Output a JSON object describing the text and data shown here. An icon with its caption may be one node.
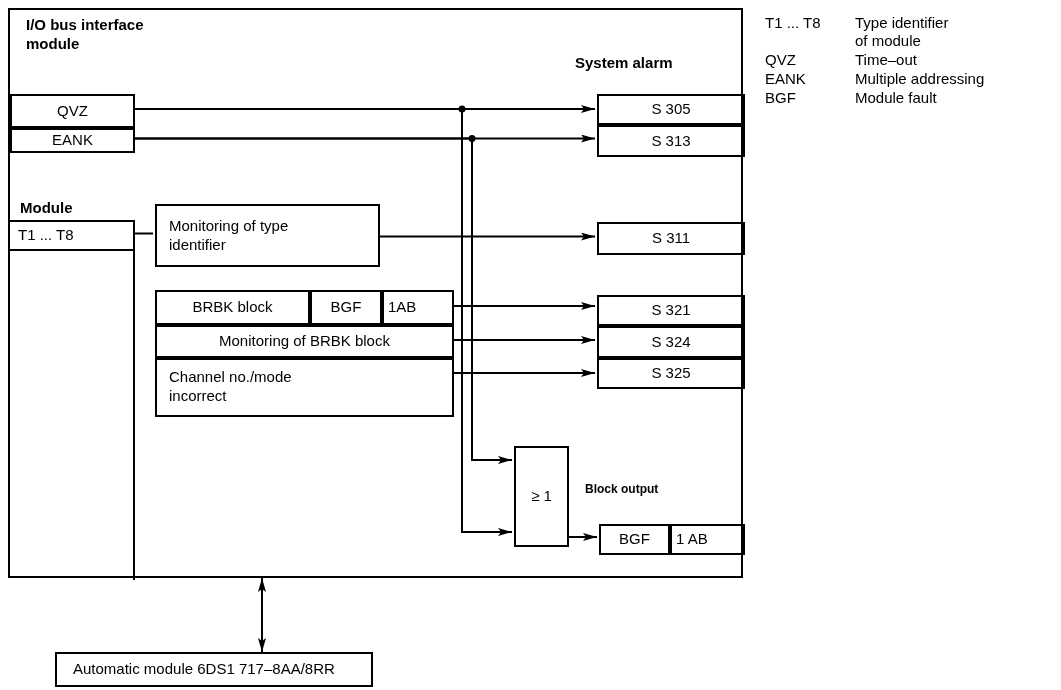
{
  "diagram": {
    "nodes": [
      {
        "text": [
          "I/O bus interface module"
        ]
      },
      {
        "text": [
          "QVZ"
        ],
        "in": 0
      },
      {
        "text": [
          "EANK"
        ],
        "in": 0
      },
      {
        "text": [
          "Module"
        ],
        "in": 0
      },
      {
        "text": [
          "T1 ... T8"
        ],
        "in": 3
      },
      {
        "text": [
          "Monitoring of type identifier"
        ],
        "in": 0
      },
      {
        "text": [
          "BRBK block"
        ],
        "in": 0
      },
      {
        "text": [
          "BGF"
        ],
        "in": 0
      },
      {
        "text": [
          "1AB"
        ],
        "in": 0
      },
      {
        "text": [
          "Monitoring of BRBK block"
        ],
        "in": 0
      },
      {
        "text": [
          "Channel no./mode incorrect"
        ],
        "in": 0
      },
      {
        "text": [
          "S 305"
        ],
        "in": 0
      },
      {
        "text": [
          "S 313"
        ],
        "in": 0
      },
      {
        "text": [
          "S 311"
        ],
        "in": 0
      },
      {
        "text": [
          "S 321"
        ],
        "in": 0
      },
      {
        "text": [
          "S 324"
        ],
        "in": 0
      },
      {
        "text": [
          "S 325"
        ],
        "in": 0
      },
      {
        "text": [
          "≥ 1"
        ],
        "in": 0
      },
      {
        "text": [
          "BGF"
        ],
        "in": 0
      },
      {
        "text": [
          "1 AB"
        ],
        "in": 0
      },
      {
        "text": [
          "Automatic module 6DS1 717–8AA/8RR"
        ]
      }
    ],
    "edges": [
      {
        "from": 1,
        "to": 11,
        "arrow": "to"
      },
      {
        "from": 2,
        "to": 12,
        "arrow": "to"
      },
      {
        "from": 4,
        "to": 5,
        "arrow": "none"
      },
      {
        "from": 5,
        "to": 13,
        "arrow": "to"
      },
      {
        "from": 8,
        "to": 14,
        "arrow": "to"
      },
      {
        "from": 9,
        "to": 15,
        "arrow": "to"
      },
      {
        "from": 10,
        "to": 16,
        "arrow": "to"
      },
      {
        "from": 2,
        "to": 17,
        "arrow": "to"
      },
      {
        "from": 1,
        "to": 17,
        "arrow": "to"
      },
      {
        "from": 17,
        "to": 18,
        "arrow": "to"
      },
      {
        "from": 0,
        "to": 20,
        "arrow": "both"
      }
    ],
    "labels": [
      "System alarm",
      "Block output",
      "T1 ... T8",
      "Type identifier of module",
      "QVZ",
      "Time–out",
      "EANK",
      "Multiple addressing",
      "BGF",
      "Module fault"
    ]
  }
}
